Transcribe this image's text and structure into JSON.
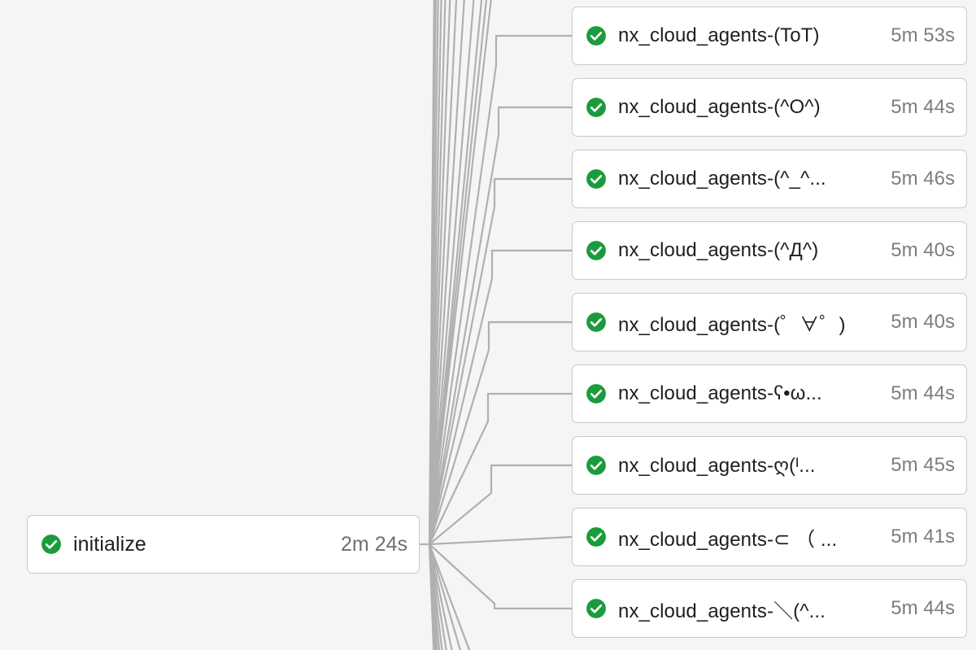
{
  "graph": {
    "background_color": "#f5f5f5",
    "node_background": "#ffffff",
    "node_border_color": "#c9c9c9",
    "edge_color": "#b0b0b0",
    "status_color": "#1a9c3c",
    "duration_text_color": "#7d7d7d",
    "label_text_color": "#1e1e1e"
  },
  "root": {
    "id": "initialize",
    "label": "initialize",
    "duration": "2m 24s",
    "status": "success",
    "status_icon": "check-circle-icon"
  },
  "agents": [
    {
      "id": "agent-1",
      "label": "nx_cloud_agents-(ToT)",
      "duration": "5m 53s",
      "status": "success",
      "status_icon": "check-circle-icon",
      "truncated": false
    },
    {
      "id": "agent-2",
      "label": "nx_cloud_agents-(^O^)",
      "duration": "5m 44s",
      "status": "success",
      "status_icon": "check-circle-icon",
      "truncated": false
    },
    {
      "id": "agent-3",
      "label": "nx_cloud_agents-(^_^...",
      "duration": "5m 46s",
      "status": "success",
      "status_icon": "check-circle-icon",
      "truncated": true
    },
    {
      "id": "agent-4",
      "label": "nx_cloud_agents-(^Д^)",
      "duration": "5m 40s",
      "status": "success",
      "status_icon": "check-circle-icon",
      "truncated": false
    },
    {
      "id": "agent-5",
      "label": "nx_cloud_agents-(゜∀゜)",
      "duration": "5m 40s",
      "status": "success",
      "status_icon": "check-circle-icon",
      "truncated": false
    },
    {
      "id": "agent-6",
      "label": "nx_cloud_agents-ʕ•ω...",
      "duration": "5m 44s",
      "status": "success",
      "status_icon": "check-circle-icon",
      "truncated": true
    },
    {
      "id": "agent-7",
      "label": "nx_cloud_agents-ღ(ᴵ...",
      "duration": "5m 45s",
      "status": "success",
      "status_icon": "check-circle-icon",
      "truncated": true
    },
    {
      "id": "agent-8",
      "label": "nx_cloud_agents-⊂ （ ...",
      "duration": "5m 41s",
      "status": "success",
      "status_icon": "check-circle-icon",
      "truncated": true
    },
    {
      "id": "agent-9",
      "label": "nx_cloud_agents-＼(^...",
      "duration": "5m 44s",
      "status": "success",
      "status_icon": "check-circle-icon",
      "truncated": true
    }
  ]
}
